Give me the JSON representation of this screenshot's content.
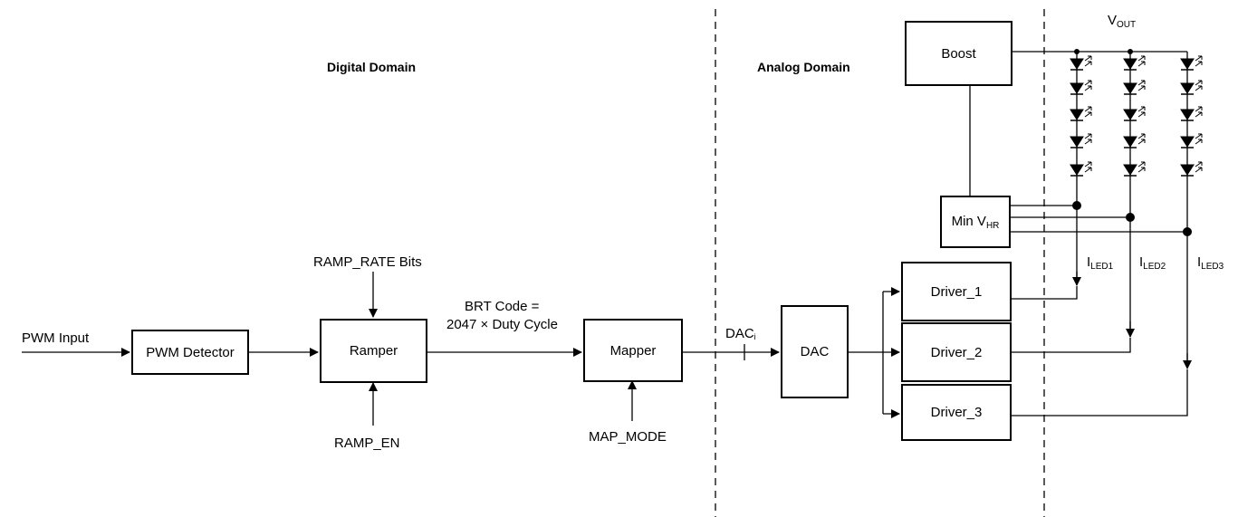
{
  "domains": {
    "digital": "Digital Domain",
    "analog": "Analog Domain"
  },
  "blocks": {
    "pwm_detector": "PWM Detector",
    "ramper": "Ramper",
    "mapper": "Mapper",
    "dac": "DAC",
    "boost": "Boost",
    "min_vhr_main": "Min V",
    "min_vhr_sub": "HR",
    "driver1": "Driver_1",
    "driver2": "Driver_2",
    "driver3": "Driver_3"
  },
  "signals": {
    "pwm_input": "PWM Input",
    "ramp_rate": "RAMP_RATE Bits",
    "ramp_en": "RAMP_EN",
    "brt_code_line1": "BRT Code =",
    "brt_code_line2": "2047 × Duty Cycle",
    "map_mode": "MAP_MODE",
    "dac_main": "DAC",
    "dac_sub": "i",
    "vout_main": "V",
    "vout_sub": "OUT",
    "iled1_main": "I",
    "iled1_sub": "LED1",
    "iled2_main": "I",
    "iled2_sub": "LED2",
    "iled3_main": "I",
    "iled3_sub": "LED3"
  }
}
